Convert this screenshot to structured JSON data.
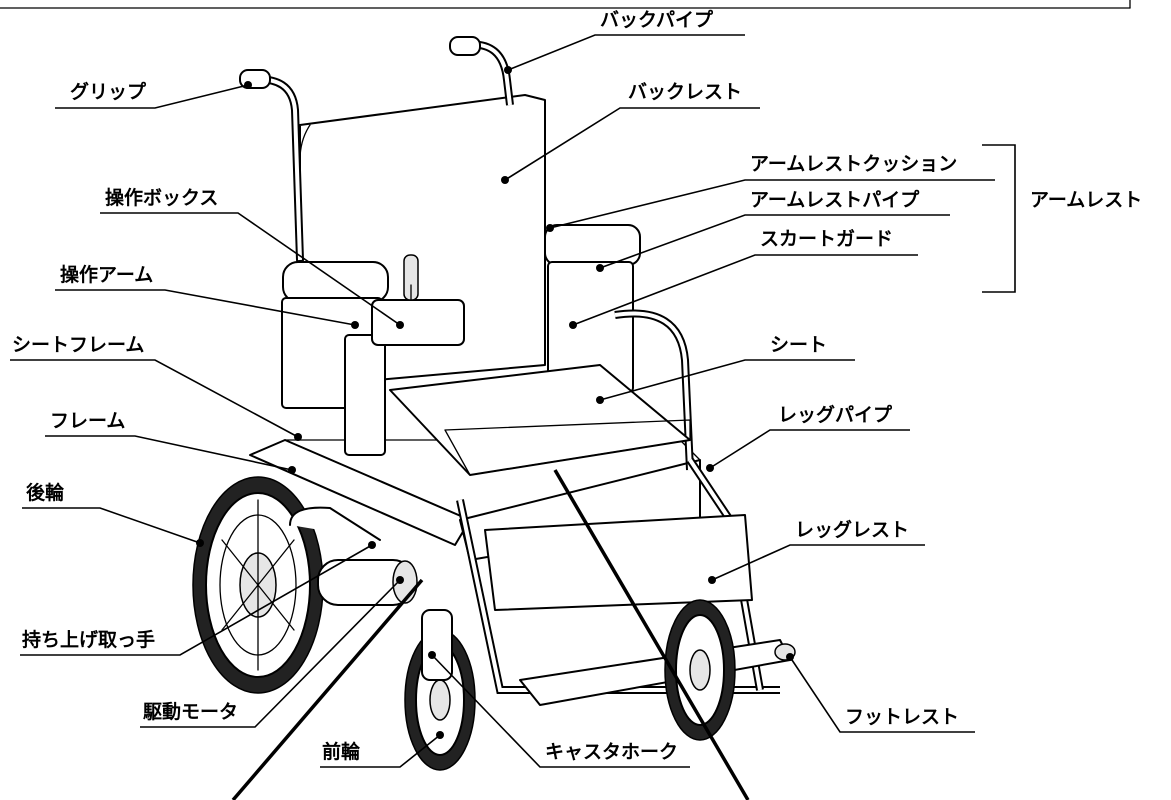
{
  "labels": {
    "back_pipe": "バックパイプ",
    "grip": "グリップ",
    "backrest": "バックレスト",
    "armrest_cushion": "アームレストクッション",
    "armrest_pipe": "アームレストパイプ",
    "armrest_group": "アームレスト",
    "skirt_guard": "スカートガード",
    "control_box": "操作ボックス",
    "control_arm": "操作アーム",
    "seat_frame": "シートフレーム",
    "seat": "シート",
    "frame": "フレーム",
    "leg_pipe": "レッグパイプ",
    "rear_wheel": "後輪",
    "legrest": "レッグレスト",
    "lift_handle": "持ち上げ取っ手",
    "drive_motor": "駆動モータ",
    "footrest": "フットレスト",
    "front_wheel": "前輪",
    "caster_fork": "キャスタホーク"
  },
  "colors": {
    "line": "#000000",
    "background": "#ffffff"
  }
}
